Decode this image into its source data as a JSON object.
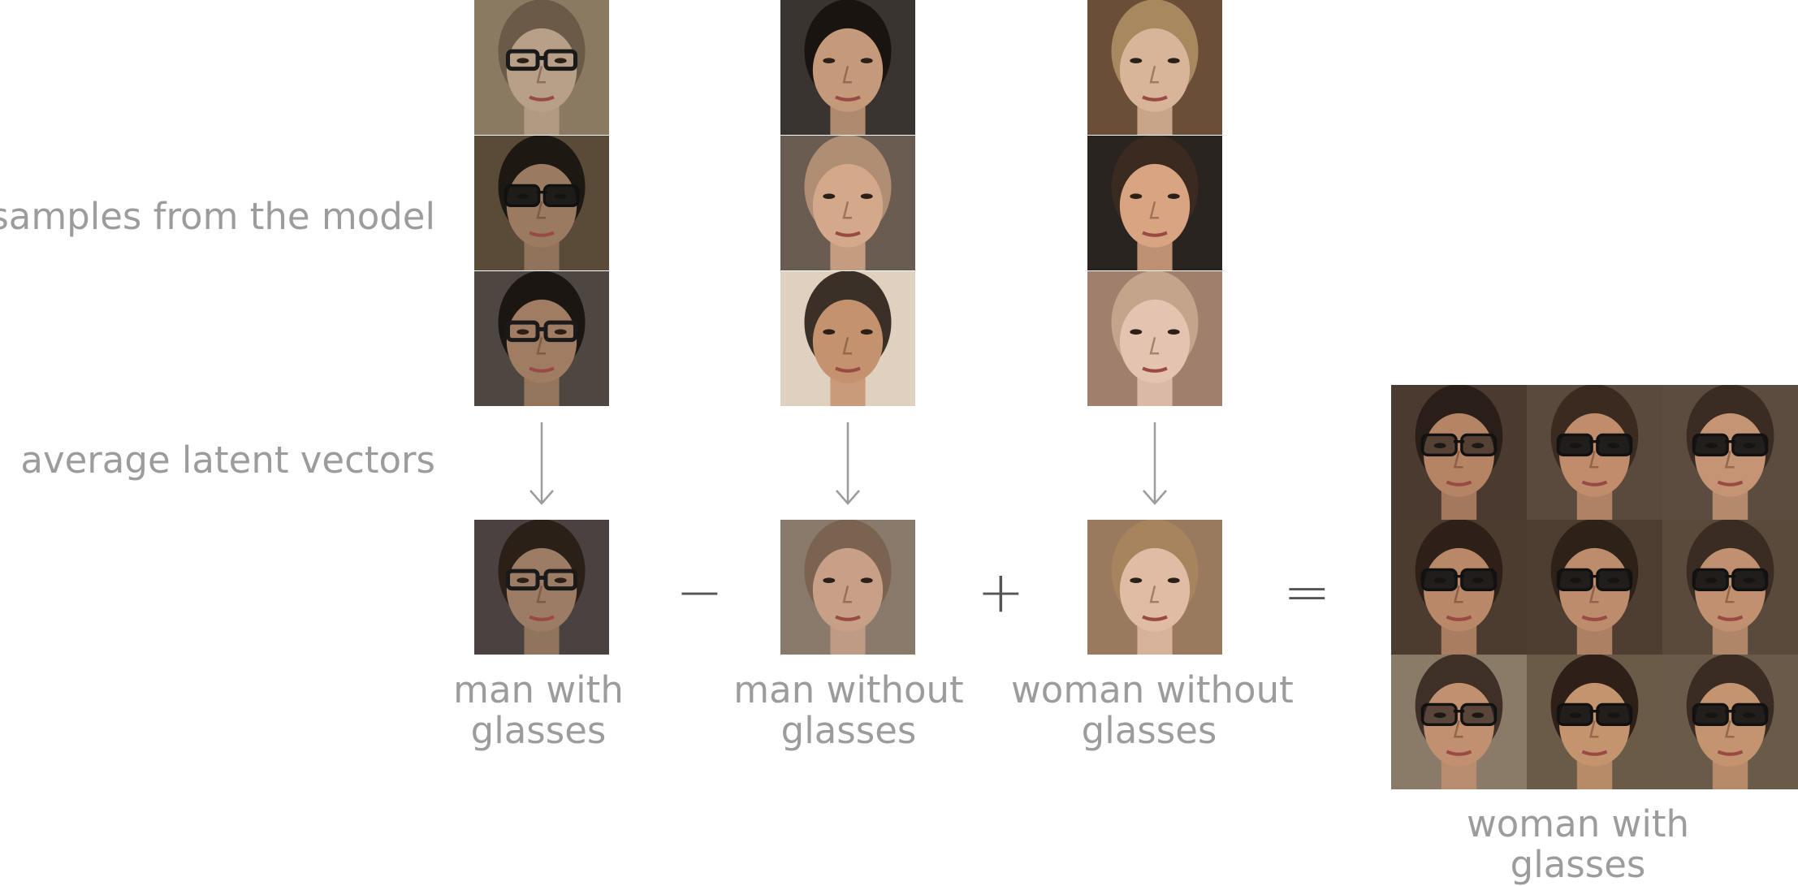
{
  "row_labels": {
    "samples": "samples from the model",
    "average": "average latent vectors"
  },
  "columns": [
    {
      "line1": "man with",
      "line2": "glasses",
      "samples": [
        {
          "skin": "#b8a088",
          "hair": "#6b5a48",
          "bg": "#8a7a62",
          "glasses": "clear"
        },
        {
          "skin": "#9a7a60",
          "hair": "#1e1812",
          "bg": "#5a4a38",
          "glasses": "dark"
        },
        {
          "skin": "#a07c62",
          "hair": "#1c1612",
          "bg": "#4e4640",
          "glasses": "clear"
        }
      ],
      "average": {
        "skin": "#9c7c64",
        "hair": "#2a2018",
        "bg": "#4a4240",
        "glasses": "clear"
      }
    },
    {
      "line1": "man without",
      "line2": "glasses",
      "samples": [
        {
          "skin": "#c49a7a",
          "hair": "#1a1410",
          "bg": "#3a3430",
          "glasses": "none"
        },
        {
          "skin": "#d4a88a",
          "hair": "#b08e74",
          "bg": "#6a5c50",
          "glasses": "none"
        },
        {
          "skin": "#c4926e",
          "hair": "#3a3028",
          "bg": "#e0d0c0",
          "glasses": "none"
        }
      ],
      "average": {
        "skin": "#c8a088",
        "hair": "#7a6450",
        "bg": "#8a7a6c",
        "glasses": "none"
      }
    },
    {
      "line1": "woman without",
      "line2": "glasses",
      "samples": [
        {
          "skin": "#d8b498",
          "hair": "#a8885e",
          "bg": "#6a4e38",
          "glasses": "none"
        },
        {
          "skin": "#d8a482",
          "hair": "#3a2a20",
          "bg": "#2a2420",
          "glasses": "none"
        },
        {
          "skin": "#e4c4b0",
          "hair": "#c4a48a",
          "bg": "#a0806c",
          "glasses": "none"
        }
      ],
      "average": {
        "skin": "#e0bca4",
        "hair": "#a8845e",
        "bg": "#9a7a5e",
        "glasses": "none"
      }
    }
  ],
  "result": {
    "line1": "woman with",
    "line2": "glasses",
    "grid": [
      {
        "skin": "#b48464",
        "hair": "#2a1e18",
        "bg": "#4a3a30",
        "glasses": "tint"
      },
      {
        "skin": "#c08c6c",
        "hair": "#3a2a20",
        "bg": "#5a4a3e",
        "glasses": "dark"
      },
      {
        "skin": "#c49474",
        "hair": "#3a2c22",
        "bg": "#5c4c40",
        "glasses": "dark"
      },
      {
        "skin": "#b88868",
        "hair": "#2e2018",
        "bg": "#4c3c30",
        "glasses": "dark"
      },
      {
        "skin": "#bc8c6c",
        "hair": "#2e2218",
        "bg": "#4e3e32",
        "glasses": "dark"
      },
      {
        "skin": "#c09070",
        "hair": "#3a2c22",
        "bg": "#5a4a3c",
        "glasses": "dark"
      },
      {
        "skin": "#c09070",
        "hair": "#3e3026",
        "bg": "#8a7a68",
        "glasses": "tint"
      },
      {
        "skin": "#c4946e",
        "hair": "#2e2018",
        "bg": "#6a5a48",
        "glasses": "dark"
      },
      {
        "skin": "#c49470",
        "hair": "#3a2c22",
        "bg": "#6a5a4a",
        "glasses": "dark"
      }
    ]
  },
  "operators": {
    "minus": "−",
    "plus": "+",
    "equals": "="
  },
  "colors": {
    "text": "#9c9c9c",
    "arrow": "#9c9c9c",
    "operator": "#555555"
  }
}
